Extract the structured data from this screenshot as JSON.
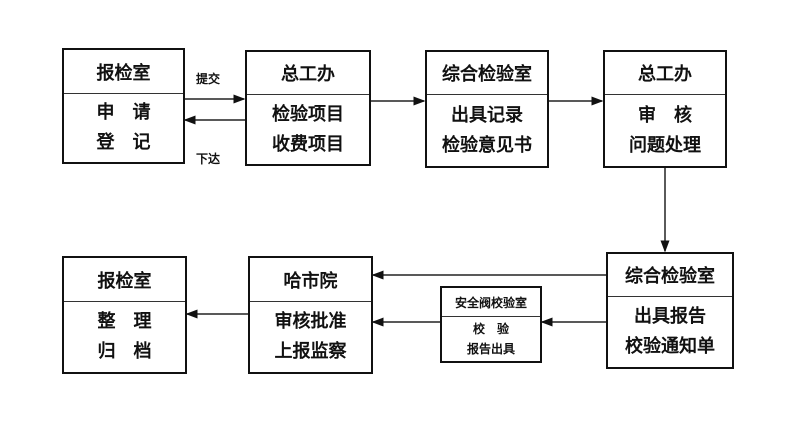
{
  "nodes": {
    "n1": {
      "title": "报检室",
      "lines": [
        "申　请",
        "登　记"
      ]
    },
    "n2": {
      "title": "总工办",
      "lines": [
        "检验项目",
        "收费项目"
      ]
    },
    "n3": {
      "title": "综合检验室",
      "lines": [
        "出具记录",
        "检验意见书"
      ]
    },
    "n4": {
      "title": "总工办",
      "lines": [
        "审　核",
        "问题处理"
      ]
    },
    "n5": {
      "title": "综合检验室",
      "lines": [
        "出具报告",
        "校验通知单"
      ]
    },
    "n6": {
      "title": "安全阀校验室",
      "lines": [
        "校　验",
        "报告出具"
      ]
    },
    "n7": {
      "title": "哈市院",
      "lines": [
        "审核批准",
        "上报监察"
      ]
    },
    "n8": {
      "title": "报检室",
      "lines": [
        "整　理",
        "归　档"
      ]
    }
  },
  "edges": [
    {
      "from": "报检室",
      "to": "总工办",
      "label": "提交"
    },
    {
      "from": "总工办",
      "to": "报检室",
      "label": "下达"
    },
    {
      "from": "总工办",
      "to": "综合检验室",
      "label": ""
    },
    {
      "from": "综合检验室",
      "to": "总工办",
      "label": ""
    },
    {
      "from": "总工办",
      "to": "综合检验室",
      "label": ""
    },
    {
      "from": "综合检验室",
      "to": "哈市院",
      "label": ""
    },
    {
      "from": "综合检验室",
      "to": "安全阀校验室",
      "label": ""
    },
    {
      "from": "安全阀校验室",
      "to": "哈市院",
      "label": ""
    },
    {
      "from": "哈市院",
      "to": "报检室",
      "label": ""
    }
  ],
  "labels": {
    "submit": "提交",
    "issue": "下达"
  }
}
